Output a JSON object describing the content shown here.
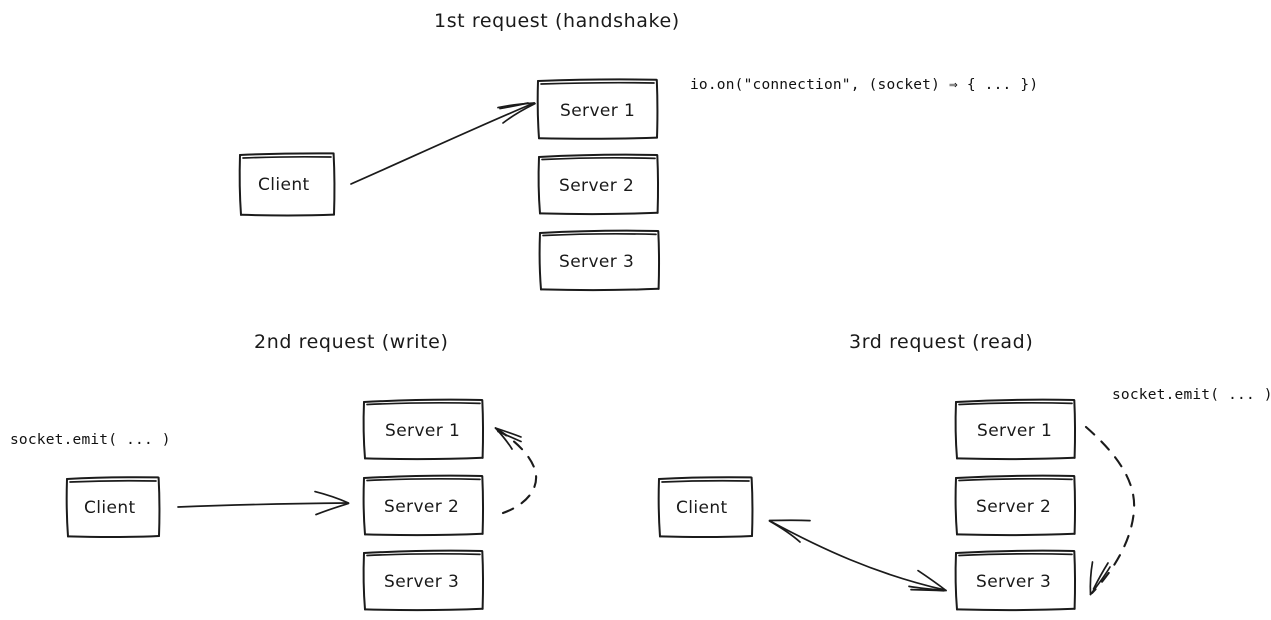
{
  "diagram": {
    "title_font_style": "handwritten",
    "background": "#ffffff",
    "ink_color": "#1b1b1b",
    "panels": [
      {
        "id": "panel-handshake",
        "heading": "1st request (handshake)",
        "code_label": "io.on(\"connection\", (socket) ⇒ {  ...  })",
        "client": {
          "label": "Client"
        },
        "servers": [
          {
            "label": "Server 1"
          },
          {
            "label": "Server 2"
          },
          {
            "label": "Server 3"
          }
        ],
        "connections": [
          {
            "name": "client-to-server-1",
            "style": "solid",
            "arrow": "single",
            "from": "Client",
            "to": "Server 1"
          }
        ]
      },
      {
        "id": "panel-write",
        "heading": "2nd request (write)",
        "code_label": "socket.emit( ... )",
        "client": {
          "label": "Client"
        },
        "servers": [
          {
            "label": "Server 1"
          },
          {
            "label": "Server 2"
          },
          {
            "label": "Server 3"
          }
        ],
        "connections": [
          {
            "name": "client-to-server-2",
            "style": "solid",
            "arrow": "single",
            "from": "Client",
            "to": "Server 2"
          },
          {
            "name": "server-2-to-server-1",
            "style": "dashed",
            "arrow": "single",
            "from": "Server 2",
            "to": "Server 1"
          }
        ]
      },
      {
        "id": "panel-read",
        "heading": "3rd request (read)",
        "code_label": "socket.emit( ... )",
        "client": {
          "label": "Client"
        },
        "servers": [
          {
            "label": "Server 1"
          },
          {
            "label": "Server 2"
          },
          {
            "label": "Server 3"
          }
        ],
        "connections": [
          {
            "name": "client-server-3-bidirectional",
            "style": "solid",
            "arrow": "double",
            "from": "Client",
            "to": "Server 3"
          },
          {
            "name": "server-1-to-server-3",
            "style": "dashed",
            "arrow": "single",
            "from": "Server 1",
            "to": "Server 3"
          }
        ]
      }
    ]
  }
}
